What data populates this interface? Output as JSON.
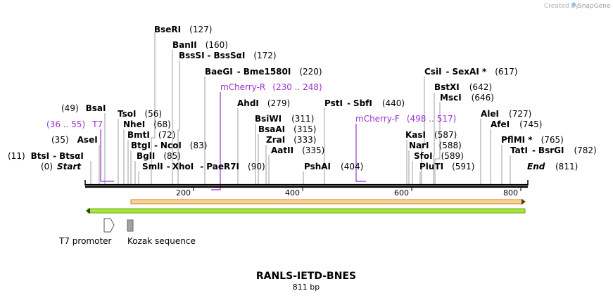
{
  "credit": {
    "text": "Created by",
    "brand": "SnapGene"
  },
  "sequence": {
    "name": "RANLS-IETD-BNES",
    "length_label": "811 bp",
    "length": 811
  },
  "axis": {
    "ticks": [
      "200",
      "400",
      "600",
      "800"
    ],
    "tick_values": [
      200,
      400,
      600,
      800
    ]
  },
  "ends": {
    "start": {
      "label": "Start",
      "pos": "(0)"
    },
    "end": {
      "label": "End",
      "pos": "(811)"
    }
  },
  "sites": [
    {
      "names": [
        "BseRI"
      ],
      "pos": "(127)"
    },
    {
      "names": [
        "BanII"
      ],
      "pos": "(160)"
    },
    {
      "names": [
        "BssSI",
        "BssSαI"
      ],
      "pos": "(172)"
    },
    {
      "names": [
        "BaeGI",
        "Bme1580I"
      ],
      "pos": "(220)"
    },
    {
      "names": [
        "CsiI",
        "SexAI *"
      ],
      "pos": "(617)"
    },
    {
      "names": [
        "BstXI"
      ],
      "pos": "(642)"
    },
    {
      "names": [
        "MscI"
      ],
      "pos": "(646)"
    },
    {
      "names": [
        "AhdI"
      ],
      "pos": "(279)"
    },
    {
      "names": [
        "PstI",
        "SbfI"
      ],
      "pos": "(440)"
    },
    {
      "names": [
        "BsaI"
      ],
      "pos": "(49)"
    },
    {
      "names": [
        "TsoI"
      ],
      "pos": "(56)"
    },
    {
      "names": [
        "BsiWI"
      ],
      "pos": "(311)"
    },
    {
      "names": [
        "AleI"
      ],
      "pos": "(727)"
    },
    {
      "names": [
        "NheI"
      ],
      "pos": "(68)"
    },
    {
      "names": [
        "BsaAI"
      ],
      "pos": "(315)"
    },
    {
      "names": [
        "AfeI"
      ],
      "pos": "(745)"
    },
    {
      "names": [
        "BmtI"
      ],
      "pos": "(72)"
    },
    {
      "names": [
        "AseI"
      ],
      "pos": "(35)"
    },
    {
      "names": [
        "KasI"
      ],
      "pos": "(587)"
    },
    {
      "names": [
        "ZraI"
      ],
      "pos": "(333)"
    },
    {
      "names": [
        "PflMI *"
      ],
      "pos": "(765)"
    },
    {
      "names": [
        "BtgI",
        "NcoI"
      ],
      "pos": "(83)"
    },
    {
      "names": [
        "NarI"
      ],
      "pos": "(588)"
    },
    {
      "names": [
        "AatII"
      ],
      "pos": "(335)"
    },
    {
      "names": [
        "TatI",
        "BsrGI"
      ],
      "pos": "(782)"
    },
    {
      "names": [
        "BglI"
      ],
      "pos": "(85)"
    },
    {
      "names": [
        "SfoI"
      ],
      "pos": "(589)"
    },
    {
      "names": [
        "BtsI",
        "BtsαI"
      ],
      "pos": "(11)"
    },
    {
      "names": [
        "SmlI",
        "XhoI",
        "PaeR7I"
      ],
      "pos": "(90)"
    },
    {
      "names": [
        "PshAI"
      ],
      "pos": "(404)"
    },
    {
      "names": [
        "PluTI"
      ],
      "pos": "(591)"
    }
  ],
  "primers": [
    {
      "name": "mCherry-R",
      "range": "(230 .. 248)"
    },
    {
      "name": "T7",
      "range": "(36 .. 55)"
    },
    {
      "name": "mCherry-F",
      "range": "(498 .. 517)"
    }
  ],
  "features": [
    {
      "name": "T7 promoter",
      "type": "promoter"
    },
    {
      "name": "Kozak sequence",
      "type": "misc"
    }
  ],
  "colors": {
    "primer": "#9b30d0",
    "orf_fill": "#f5d39a",
    "orf_stroke": "#d68a1a",
    "orf2_fill": "#a6e63c",
    "orf2_stroke": "#6cab10",
    "kozak": "#a3a3a3"
  }
}
